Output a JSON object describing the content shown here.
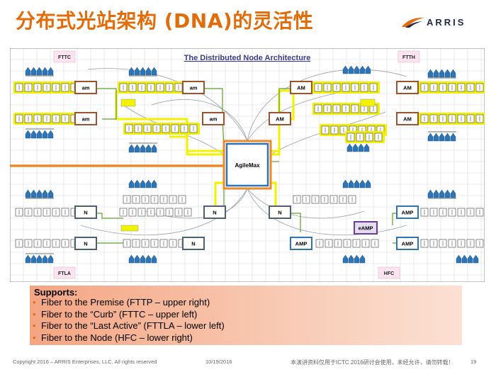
{
  "slide": {
    "title": "分布式光站架构 (DNA)的灵活性",
    "logo_text": "ARRIS"
  },
  "diagram": {
    "heading": "The Distributed Node Architecture",
    "center_label": "AgileMax",
    "quadrant_labels": [
      "FTTC",
      "FTTH",
      "FTLA",
      "HFC"
    ],
    "node_labels": {
      "am_small": "am",
      "am_large": "AM",
      "node": "N",
      "amp": "AMP",
      "eamp": "eAMP"
    },
    "colors": {
      "title": "#e36c0a",
      "fiber_orange": "#e98a2c",
      "fiber_yellow": "#f2f200",
      "coax_gray": "#9aa0a6",
      "node_blue": "#2e75b6",
      "label_bg": "#fde4f0"
    }
  },
  "supports": {
    "heading": "Supports:",
    "items": [
      "Fiber to the Premise (FTTP – upper right)",
      "Fiber to the “Curb” (FTTC – upper left)",
      "Fiber to the “Last Active” (FTTLA – lower left)",
      "Fiber to the Node (HFC – lower right)"
    ]
  },
  "footer": {
    "copyright": "Copyright 2016 – ARRIS Enterprises, LLC. All rights reserved",
    "date": "10/19/2016",
    "notice": "本演讲资料仅用于ICTC 2016研讨会使用，未经允许，请勿转载！",
    "page": "19"
  }
}
